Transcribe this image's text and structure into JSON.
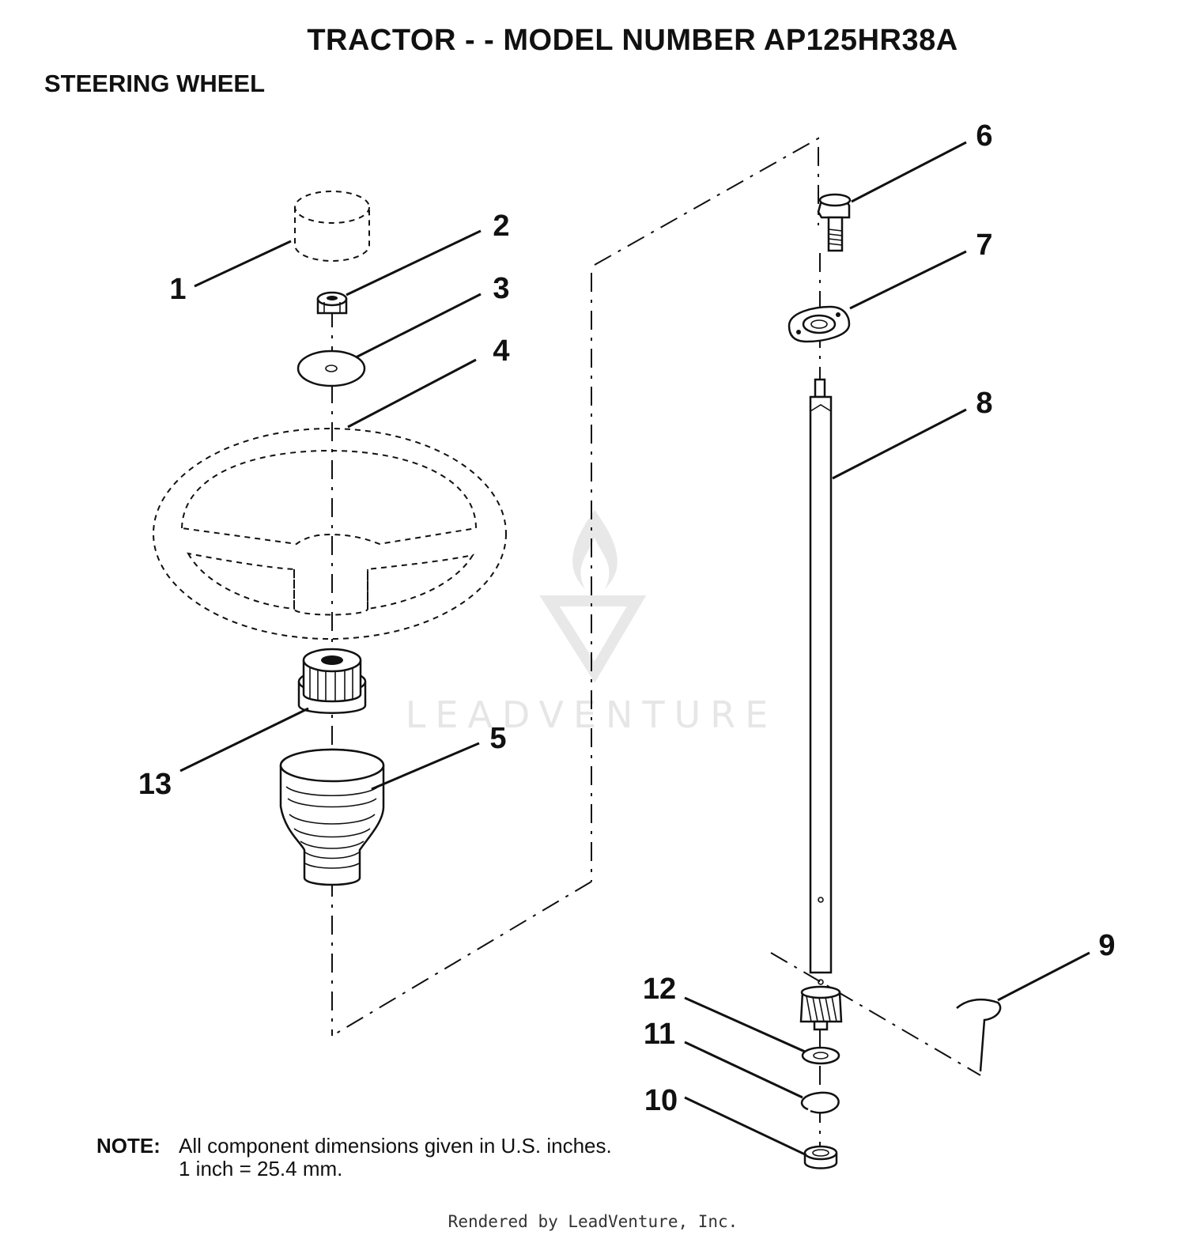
{
  "header": {
    "title": "TRACTOR - - MODEL NUMBER AP125HR38A",
    "section": "STEERING WHEEL"
  },
  "callouts": [
    "1",
    "2",
    "3",
    "4",
    "5",
    "6",
    "7",
    "8",
    "9",
    "10",
    "11",
    "12",
    "13"
  ],
  "note": {
    "label": "NOTE:",
    "line1": "All component dimensions given in U.S. inches.",
    "line2": "1 inch = 25.4 mm."
  },
  "watermark": "LEADVENTURE",
  "footer": "Rendered by LeadVenture, Inc."
}
